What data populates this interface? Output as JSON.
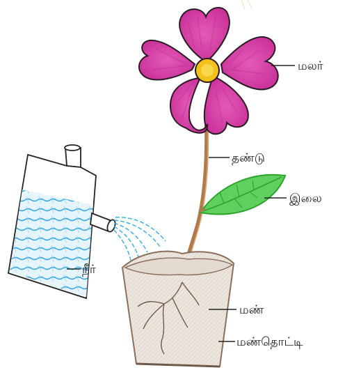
{
  "labels": {
    "flower": "மலர்",
    "stem": "தண்டு",
    "leaf": "இலை",
    "water": "நீர்",
    "soil": "மண்",
    "pot": "மண்தொட்டி"
  },
  "colors": {
    "petal": "#d63aa6",
    "petal_outline": "#2b1a24",
    "flower_center": "#f2c21a",
    "stem": "#b07a4a",
    "leaf": "#3bbf3b",
    "water": "#3aa9e0",
    "soil": "#e9e3dc",
    "pot_outline": "#8a6f5c",
    "root": "#6e5a4a",
    "label_line": "#222222"
  }
}
